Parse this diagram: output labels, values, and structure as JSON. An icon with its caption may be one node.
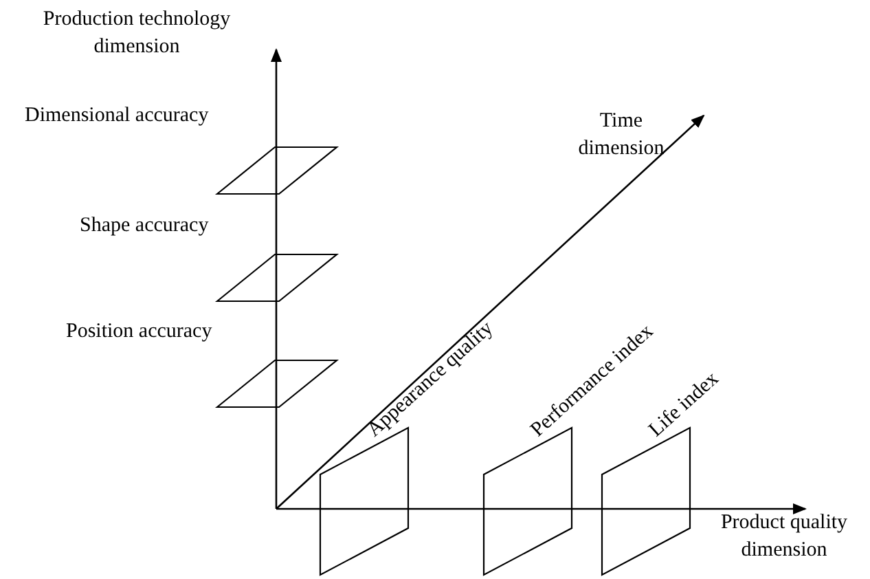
{
  "diagram": {
    "nodes": [
      {
        "text": [
          "Dimensional accuracy"
        ]
      },
      {
        "text": [
          "Shape accuracy"
        ]
      },
      {
        "text": [
          "Position accuracy"
        ]
      },
      {
        "text": [
          "Appearance quality"
        ]
      },
      {
        "text": [
          "Performance index"
        ]
      },
      {
        "text": [
          "Life index"
        ]
      }
    ],
    "labels": [
      "Production technology dimension",
      "Time dimension",
      "Product quality dimension"
    ]
  }
}
